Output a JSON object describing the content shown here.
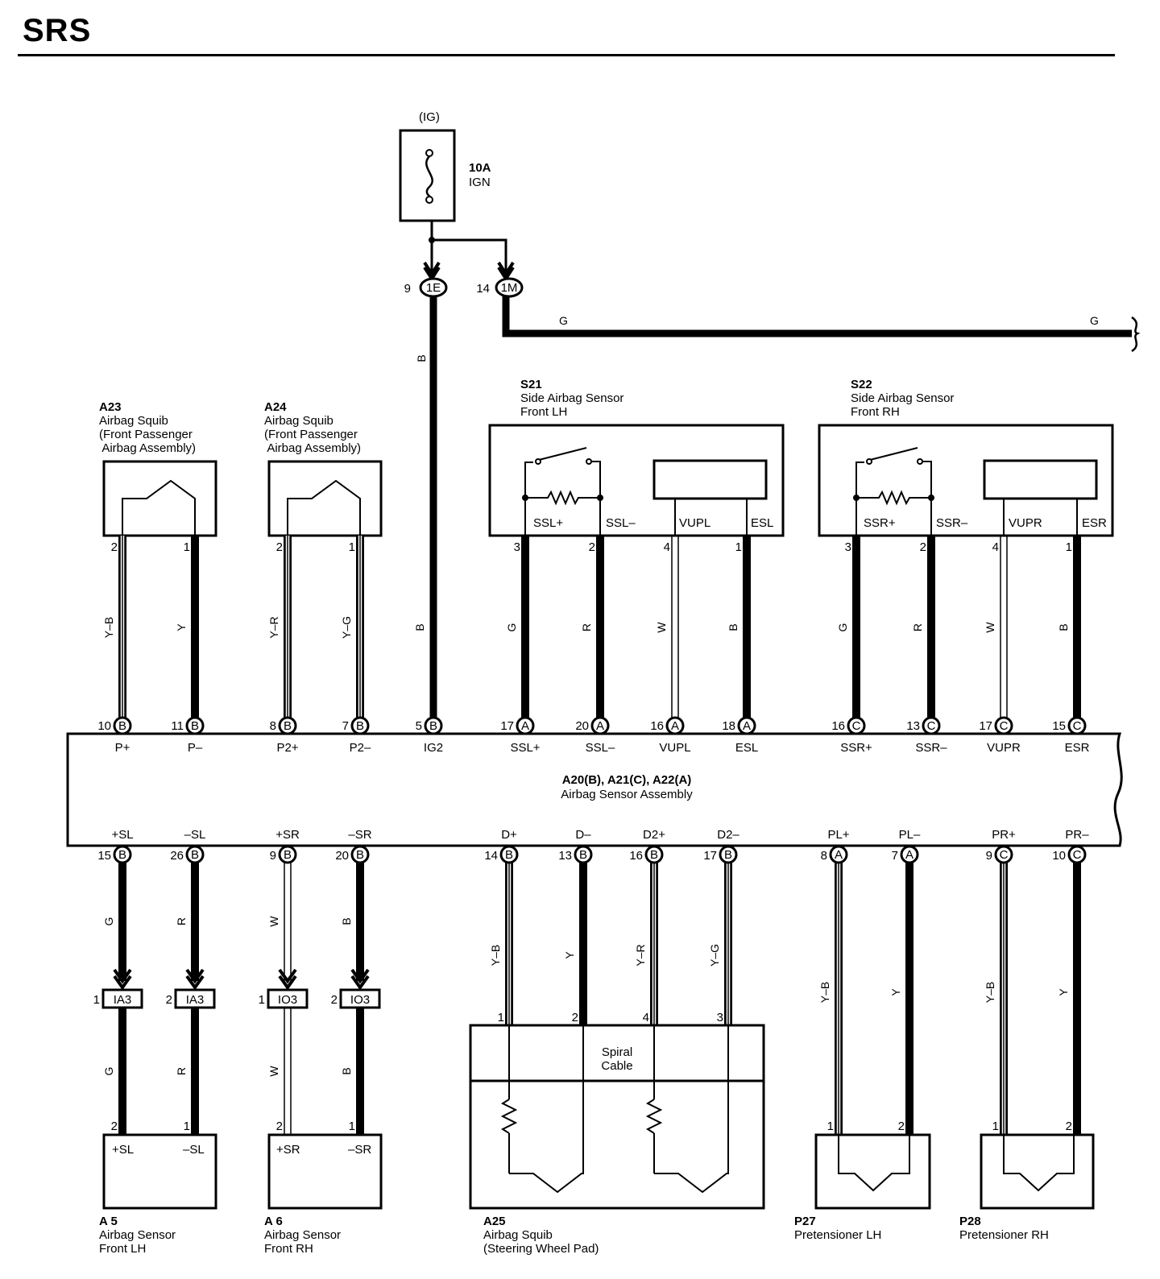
{
  "title": "SRS",
  "colors": {
    "ink": "#000000",
    "paper": "#ffffff"
  },
  "fuse": {
    "source": "(IG)",
    "rating": "10A",
    "name": "IGN"
  },
  "splices": {
    "e": {
      "pin": "9",
      "code": "1E"
    },
    "m": {
      "pin": "14",
      "code": "1M"
    }
  },
  "g_wire": {
    "left": "G",
    "right": "G"
  },
  "ig2_wire": {
    "upper": "B",
    "lower": "B"
  },
  "components": {
    "a23": {
      "code": "A23",
      "line1": "Airbag Squib",
      "line2": "(Front Passenger",
      "line3": " Airbag Assembly)"
    },
    "a24": {
      "code": "A24",
      "line1": "Airbag Squib",
      "line2": "(Front Passenger",
      "line3": " Airbag Assembly)"
    },
    "s21": {
      "code": "S21",
      "line1": "Side Airbag Sensor",
      "line2": "Front LH",
      "t1": "SSL+",
      "t2": "SSL–",
      "t3": "VUPL",
      "t4": "ESL"
    },
    "s22": {
      "code": "S22",
      "line1": "Side Airbag Sensor",
      "line2": "Front RH",
      "t1": "SSR+",
      "t2": "SSR–",
      "t3": "VUPR",
      "t4": "ESR"
    },
    "main": {
      "code": "A20(B), A21(C), A22(A)",
      "name": "Airbag Sensor Assembly"
    },
    "a5": {
      "code": "A 5",
      "line1": "Airbag Sensor",
      "line2": "Front LH",
      "t1": "+SL",
      "t2": "–SL"
    },
    "a6": {
      "code": "A 6",
      "line1": "Airbag Sensor",
      "line2": "Front RH",
      "t1": "+SR",
      "t2": "–SR"
    },
    "a25": {
      "code": "A25",
      "line1": "Airbag Squib",
      "line2": "(Steering Wheel Pad)",
      "cable1": "Spiral",
      "cable2": "Cable"
    },
    "p27": {
      "code": "P27",
      "line1": "Pretensioner LH"
    },
    "p28": {
      "code": "P28",
      "line1": "Pretensioner RH"
    }
  },
  "upper_wires": [
    {
      "comp_pin": "2",
      "color": "Y–B",
      "main_pin": "10",
      "conn": "B",
      "term": "P+"
    },
    {
      "comp_pin": "1",
      "color": "Y",
      "main_pin": "11",
      "conn": "B",
      "term": "P–"
    },
    {
      "comp_pin": "2",
      "color": "Y–R",
      "main_pin": "8",
      "conn": "B",
      "term": "P2+"
    },
    {
      "comp_pin": "1",
      "color": "Y–G",
      "main_pin": "7",
      "conn": "B",
      "term": "P2–"
    },
    {
      "comp_pin": "",
      "color": "B",
      "main_pin": "5",
      "conn": "B",
      "term": "IG2"
    },
    {
      "comp_pin": "3",
      "color": "G",
      "main_pin": "17",
      "conn": "A",
      "term": "SSL+"
    },
    {
      "comp_pin": "2",
      "color": "R",
      "main_pin": "20",
      "conn": "A",
      "term": "SSL–"
    },
    {
      "comp_pin": "4",
      "color": "W",
      "main_pin": "16",
      "conn": "A",
      "term": "VUPL"
    },
    {
      "comp_pin": "1",
      "color": "B",
      "main_pin": "18",
      "conn": "A",
      "term": "ESL"
    },
    {
      "comp_pin": "3",
      "color": "G",
      "main_pin": "16",
      "conn": "C",
      "term": "SSR+"
    },
    {
      "comp_pin": "2",
      "color": "R",
      "main_pin": "13",
      "conn": "C",
      "term": "SSR–"
    },
    {
      "comp_pin": "4",
      "color": "W",
      "main_pin": "17",
      "conn": "C",
      "term": "VUPR"
    },
    {
      "comp_pin": "1",
      "color": "B",
      "main_pin": "15",
      "conn": "C",
      "term": "ESR"
    }
  ],
  "lower_wires": [
    {
      "term": "+SL",
      "main_pin": "15",
      "conn": "B",
      "color_up": "G",
      "jpin": "1",
      "jcode": "IA3",
      "color_down": "G",
      "comp_pin": "2"
    },
    {
      "term": "–SL",
      "main_pin": "26",
      "conn": "B",
      "color_up": "R",
      "jpin": "2",
      "jcode": "IA3",
      "color_down": "R",
      "comp_pin": "1"
    },
    {
      "term": "+SR",
      "main_pin": "9",
      "conn": "B",
      "color_up": "W",
      "jpin": "1",
      "jcode": "IO3",
      "color_down": "W",
      "comp_pin": "2"
    },
    {
      "term": "–SR",
      "main_pin": "20",
      "conn": "B",
      "color_up": "B",
      "jpin": "2",
      "jcode": "IO3",
      "color_down": "B",
      "comp_pin": "1"
    },
    {
      "term": "D+",
      "main_pin": "14",
      "conn": "B",
      "color_up": "Y–B",
      "comp_pin": "1"
    },
    {
      "term": "D–",
      "main_pin": "13",
      "conn": "B",
      "color_up": "Y",
      "comp_pin": "2"
    },
    {
      "term": "D2+",
      "main_pin": "16",
      "conn": "B",
      "color_up": "Y–R",
      "comp_pin": "4"
    },
    {
      "term": "D2–",
      "main_pin": "17",
      "conn": "B",
      "color_up": "Y–G",
      "comp_pin": "3"
    },
    {
      "term": "PL+",
      "main_pin": "8",
      "conn": "A",
      "color_up": "Y–B",
      "comp_pin": "1"
    },
    {
      "term": "PL–",
      "main_pin": "7",
      "conn": "A",
      "color_up": "Y",
      "comp_pin": "2"
    },
    {
      "term": "PR+",
      "main_pin": "9",
      "conn": "C",
      "color_up": "Y–B",
      "comp_pin": "1"
    },
    {
      "term": "PR–",
      "main_pin": "10",
      "conn": "C",
      "color_up": "Y",
      "comp_pin": "2"
    }
  ]
}
